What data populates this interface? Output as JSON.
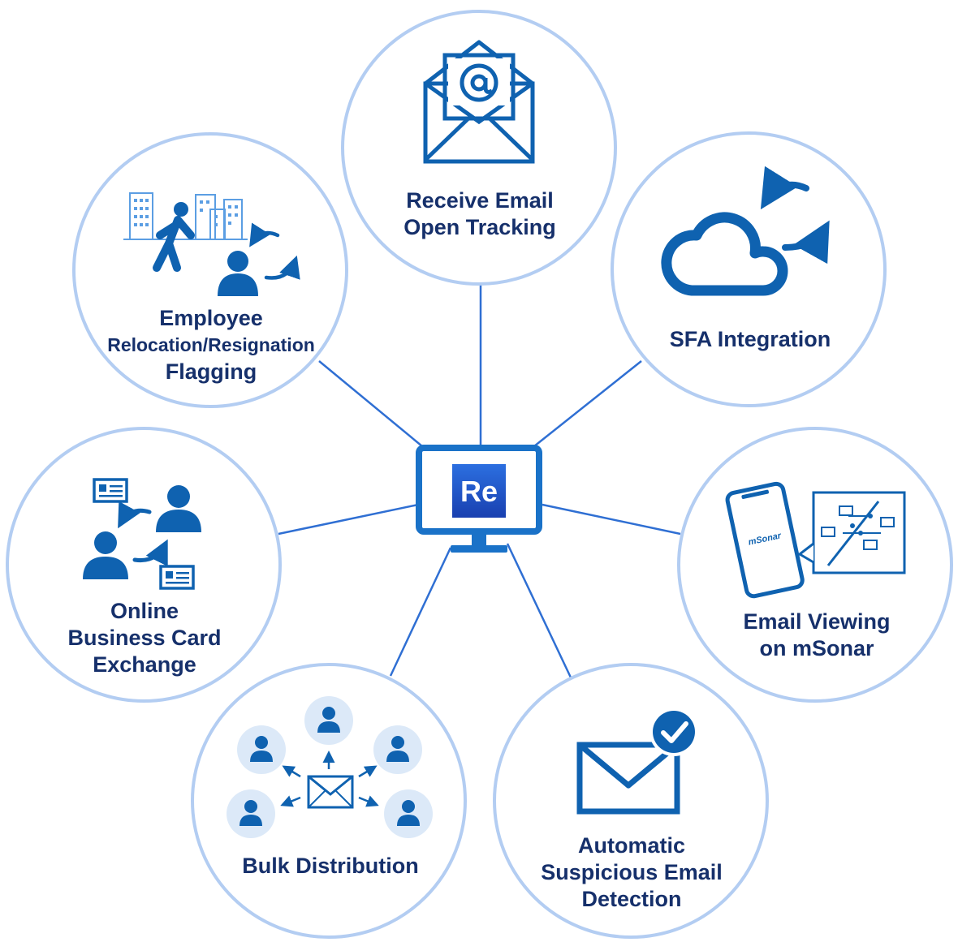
{
  "center": {
    "logo_text": "Re",
    "colors": {
      "monitor": "#1a72c8",
      "logo_top": "#2c6fe0",
      "logo_bottom": "#1940b0"
    }
  },
  "colors": {
    "icon": "#0f62b0",
    "label": "#16306b",
    "ring": "#b3cdf2",
    "connector": "#2f6fd3"
  },
  "features": {
    "email_tracking": {
      "line1": "Receive Email",
      "line2": "Open Tracking",
      "icon": "open-envelope-at-icon"
    },
    "sfa": {
      "line1": "SFA Integration",
      "icon": "cloud-sync-icon"
    },
    "msonar": {
      "line1": "Email Viewing",
      "line2": "on mSonar",
      "icon": "phone-msonar-icon",
      "phone_text": "mSonar"
    },
    "suspicious": {
      "line1": "Automatic",
      "line2": "Suspicious Email",
      "line3": "Detection",
      "icon": "envelope-check-icon"
    },
    "bulk": {
      "line1": "Bulk Distribution",
      "icon": "bulk-send-icon"
    },
    "business_card": {
      "line1": "Online",
      "line2": "Business Card",
      "line3": "Exchange",
      "icon": "business-card-exchange-icon"
    },
    "relocation": {
      "line1": "Employee",
      "line2": "Relocation/Resignation",
      "line3": "Flagging",
      "icon": "employee-relocation-icon"
    }
  }
}
